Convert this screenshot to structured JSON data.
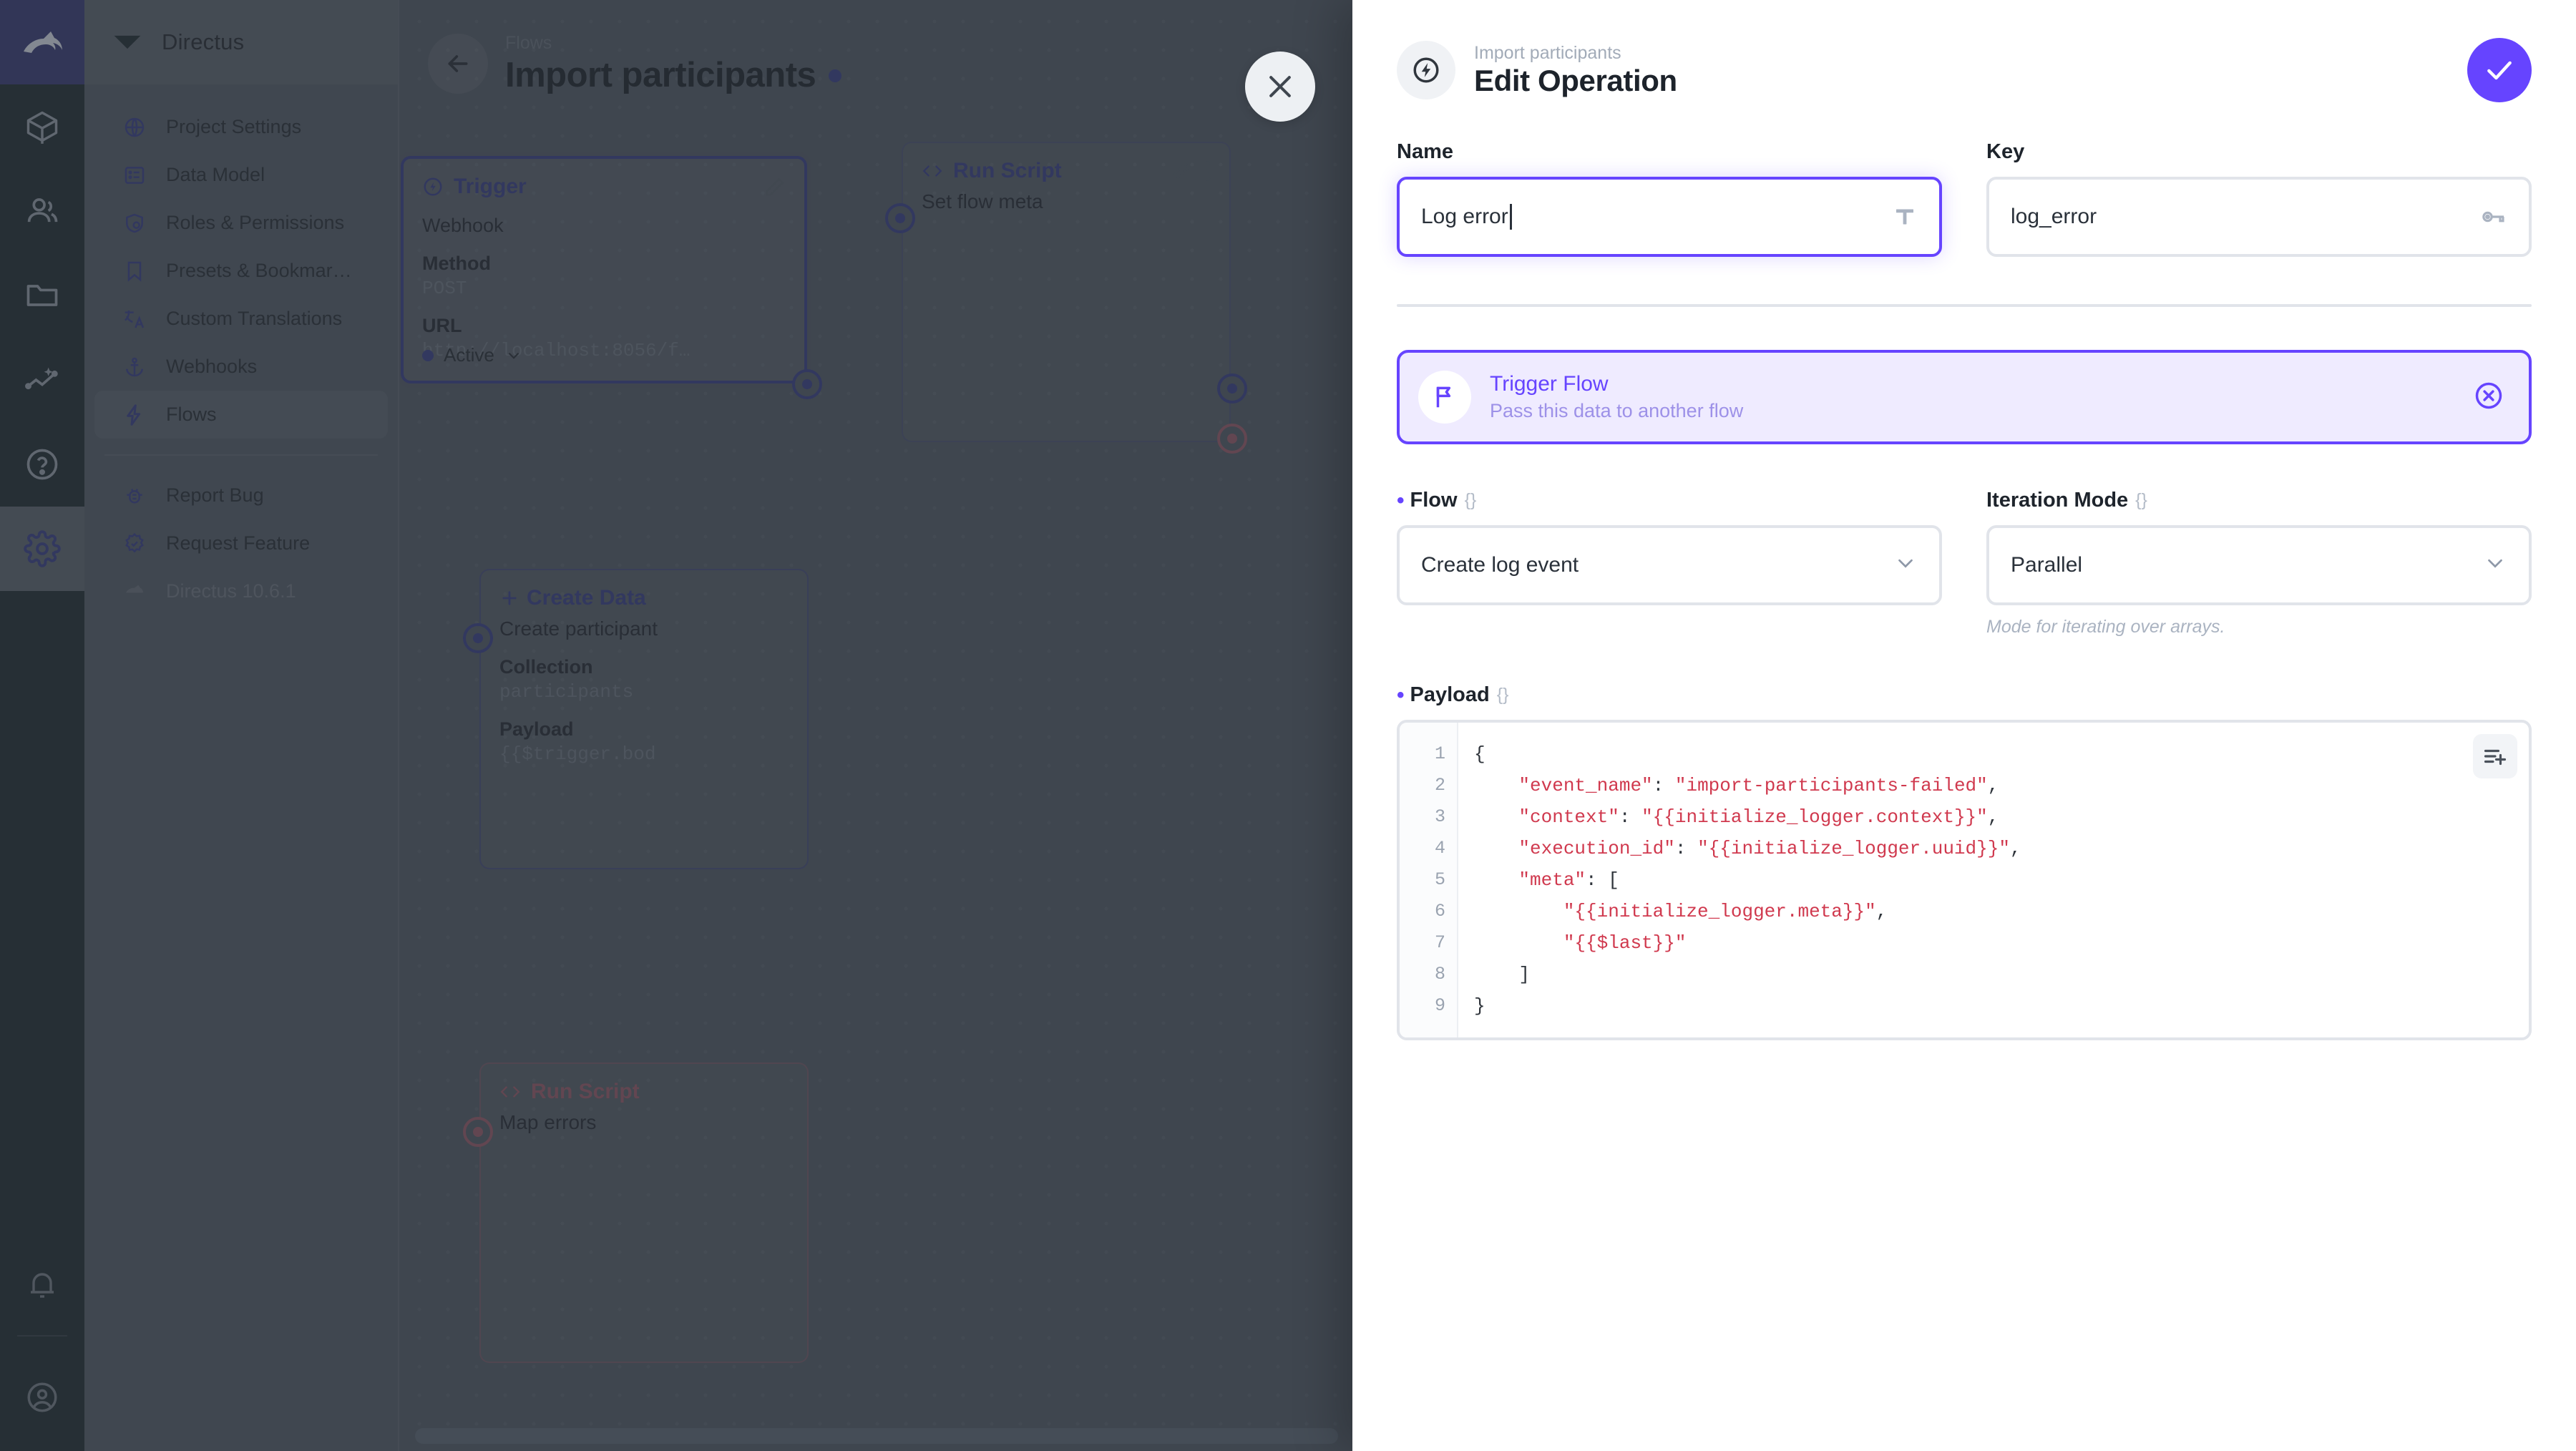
{
  "app": {
    "brand": "Directus",
    "version_label": "Directus 10.6.1"
  },
  "module_bar": {
    "items": [
      {
        "name": "logo",
        "icon": "directus-rabbit-logo"
      },
      {
        "name": "content",
        "icon": "box-icon"
      },
      {
        "name": "user-directory",
        "icon": "people-icon"
      },
      {
        "name": "file-library",
        "icon": "folder-icon"
      },
      {
        "name": "insights",
        "icon": "trending-sparkle-icon"
      },
      {
        "name": "docs",
        "icon": "help-circle-icon"
      },
      {
        "name": "settings",
        "icon": "gear-icon",
        "active": true
      },
      {
        "name": "notifications",
        "icon": "bell-icon"
      },
      {
        "name": "account",
        "icon": "account-circle-icon"
      }
    ]
  },
  "sidebar": {
    "header_title": "Directus",
    "items": [
      {
        "label": "Project Settings",
        "icon": "public-globe-icon"
      },
      {
        "label": "Data Model",
        "icon": "list-box-icon"
      },
      {
        "label": "Roles & Permissions",
        "icon": "admin-shield-icon"
      },
      {
        "label": "Presets & Bookmar…",
        "icon": "bookmark-icon"
      },
      {
        "label": "Custom Translations",
        "icon": "translate-icon"
      },
      {
        "label": "Webhooks",
        "icon": "anchor-icon"
      },
      {
        "label": "Flows",
        "icon": "bolt-icon",
        "selected": true
      }
    ],
    "footer_items": [
      {
        "label": "Report Bug",
        "icon": "bug-report-icon"
      },
      {
        "label": "Request Feature",
        "icon": "feature-check-icon"
      },
      {
        "label": "Directus 10.6.1",
        "icon": "directus-rabbit-icon",
        "muted": true
      }
    ]
  },
  "flow_page": {
    "breadcrumb": "Flows",
    "title": "Import participants",
    "back_icon": "arrow-left-icon",
    "status_dot_color": "#3c4280",
    "nodes": [
      {
        "kind": "trigger",
        "header": "Trigger",
        "header_icon": "bolt-circle-icon",
        "type_label": "Webhook",
        "fields": [
          {
            "label": "Method",
            "value": "POST"
          },
          {
            "label": "URL",
            "value": "http://localhost:8056/f…"
          }
        ],
        "status": "Active"
      },
      {
        "kind": "operation",
        "header": "Run Script",
        "header_icon": "code-brackets-icon",
        "name": "Set flow meta"
      },
      {
        "kind": "operation",
        "header": "Create Data",
        "header_icon": "plus-icon",
        "name": "Create participant",
        "fields": [
          {
            "label": "Collection",
            "value": "participants"
          },
          {
            "label": "Payload",
            "value": "{{$trigger.bod"
          }
        ]
      },
      {
        "kind": "operation",
        "header": "Run Script",
        "header_icon": "code-brackets-icon",
        "name": "Map errors",
        "variant": "reject"
      }
    ]
  },
  "drawer": {
    "close_icon": "close-x-icon",
    "header": {
      "icon": "bolt-circle-icon",
      "breadcrumb": "Import participants",
      "title": "Edit Operation",
      "save_icon": "check-icon",
      "save_color": "#6644ff"
    },
    "name_field": {
      "label": "Name",
      "value": "Log error",
      "adorn_icon": "text-format-t-icon",
      "focused": true
    },
    "key_field": {
      "label": "Key",
      "value": "log_error",
      "adorn_icon": "key-icon"
    },
    "operation_banner": {
      "icon": "flag-icon",
      "title": "Trigger Flow",
      "subtitle": "Pass this data to another flow",
      "clear_icon": "close-circle-icon",
      "accent": "#6644ff",
      "background": "#efebff"
    },
    "flow_field": {
      "label": "Flow",
      "required": true,
      "braces": "{}",
      "value": "Create log event",
      "chevron_icon": "chevron-down-icon"
    },
    "iteration_field": {
      "label": "Iteration Mode",
      "required": false,
      "braces": "{}",
      "value": "Parallel",
      "chevron_icon": "chevron-down-icon",
      "hint": "Mode for iterating over arrays."
    },
    "payload_field": {
      "label": "Payload",
      "required": true,
      "braces": "{}",
      "fab_icon": "playlist-add-icon",
      "line_numbers": [
        "1",
        "2",
        "3",
        "4",
        "5",
        "6",
        "7",
        "8",
        "9"
      ],
      "lines": [
        "{",
        "    \"event_name\": \"import-participants-failed\",",
        "    \"context\": \"{{initialize_logger.context}}\",",
        "    \"execution_id\": \"{{initialize_logger.uuid}}\",",
        "    \"meta\": [",
        "        \"{{initialize_logger.meta}}\",",
        "        \"{{$last}}\"",
        "    ]",
        "}"
      ]
    }
  }
}
